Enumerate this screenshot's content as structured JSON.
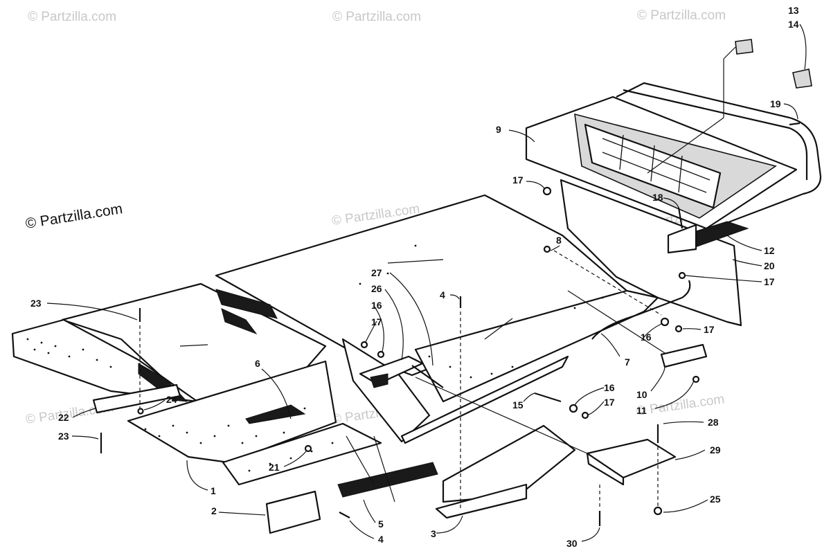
{
  "watermarks": {
    "main": "© Partzilla.com",
    "faint": [
      "© Partzilla.com",
      "© Partzilla.com",
      "© Partzilla.com",
      "© Partzilla.com",
      "© Partzilla.com",
      "© Partzilla.com",
      "© Partzilla.com",
      "© Partzilla.com"
    ]
  },
  "callouts": {
    "c13": "13",
    "c14": "14",
    "c19": "19",
    "c9": "9",
    "c17a": "17",
    "c18": "18",
    "c8": "8",
    "c12": "12",
    "c20": "20",
    "c17b": "17",
    "c23a": "23",
    "c27": "27",
    "c26": "26",
    "c16a": "16",
    "c17c": "17",
    "c4a": "4",
    "c16b": "16",
    "c17d": "17",
    "c6": "6",
    "c7": "7",
    "c10": "10",
    "c11": "11",
    "c15": "15",
    "c16c": "16",
    "c17e": "17",
    "c28": "28",
    "c29": "29",
    "c22": "22",
    "c24": "24",
    "c23b": "23",
    "c21": "21",
    "c1": "1",
    "c2": "2",
    "c5": "5",
    "c4b": "4",
    "c3": "3",
    "c25": "25",
    "c30": "30"
  }
}
